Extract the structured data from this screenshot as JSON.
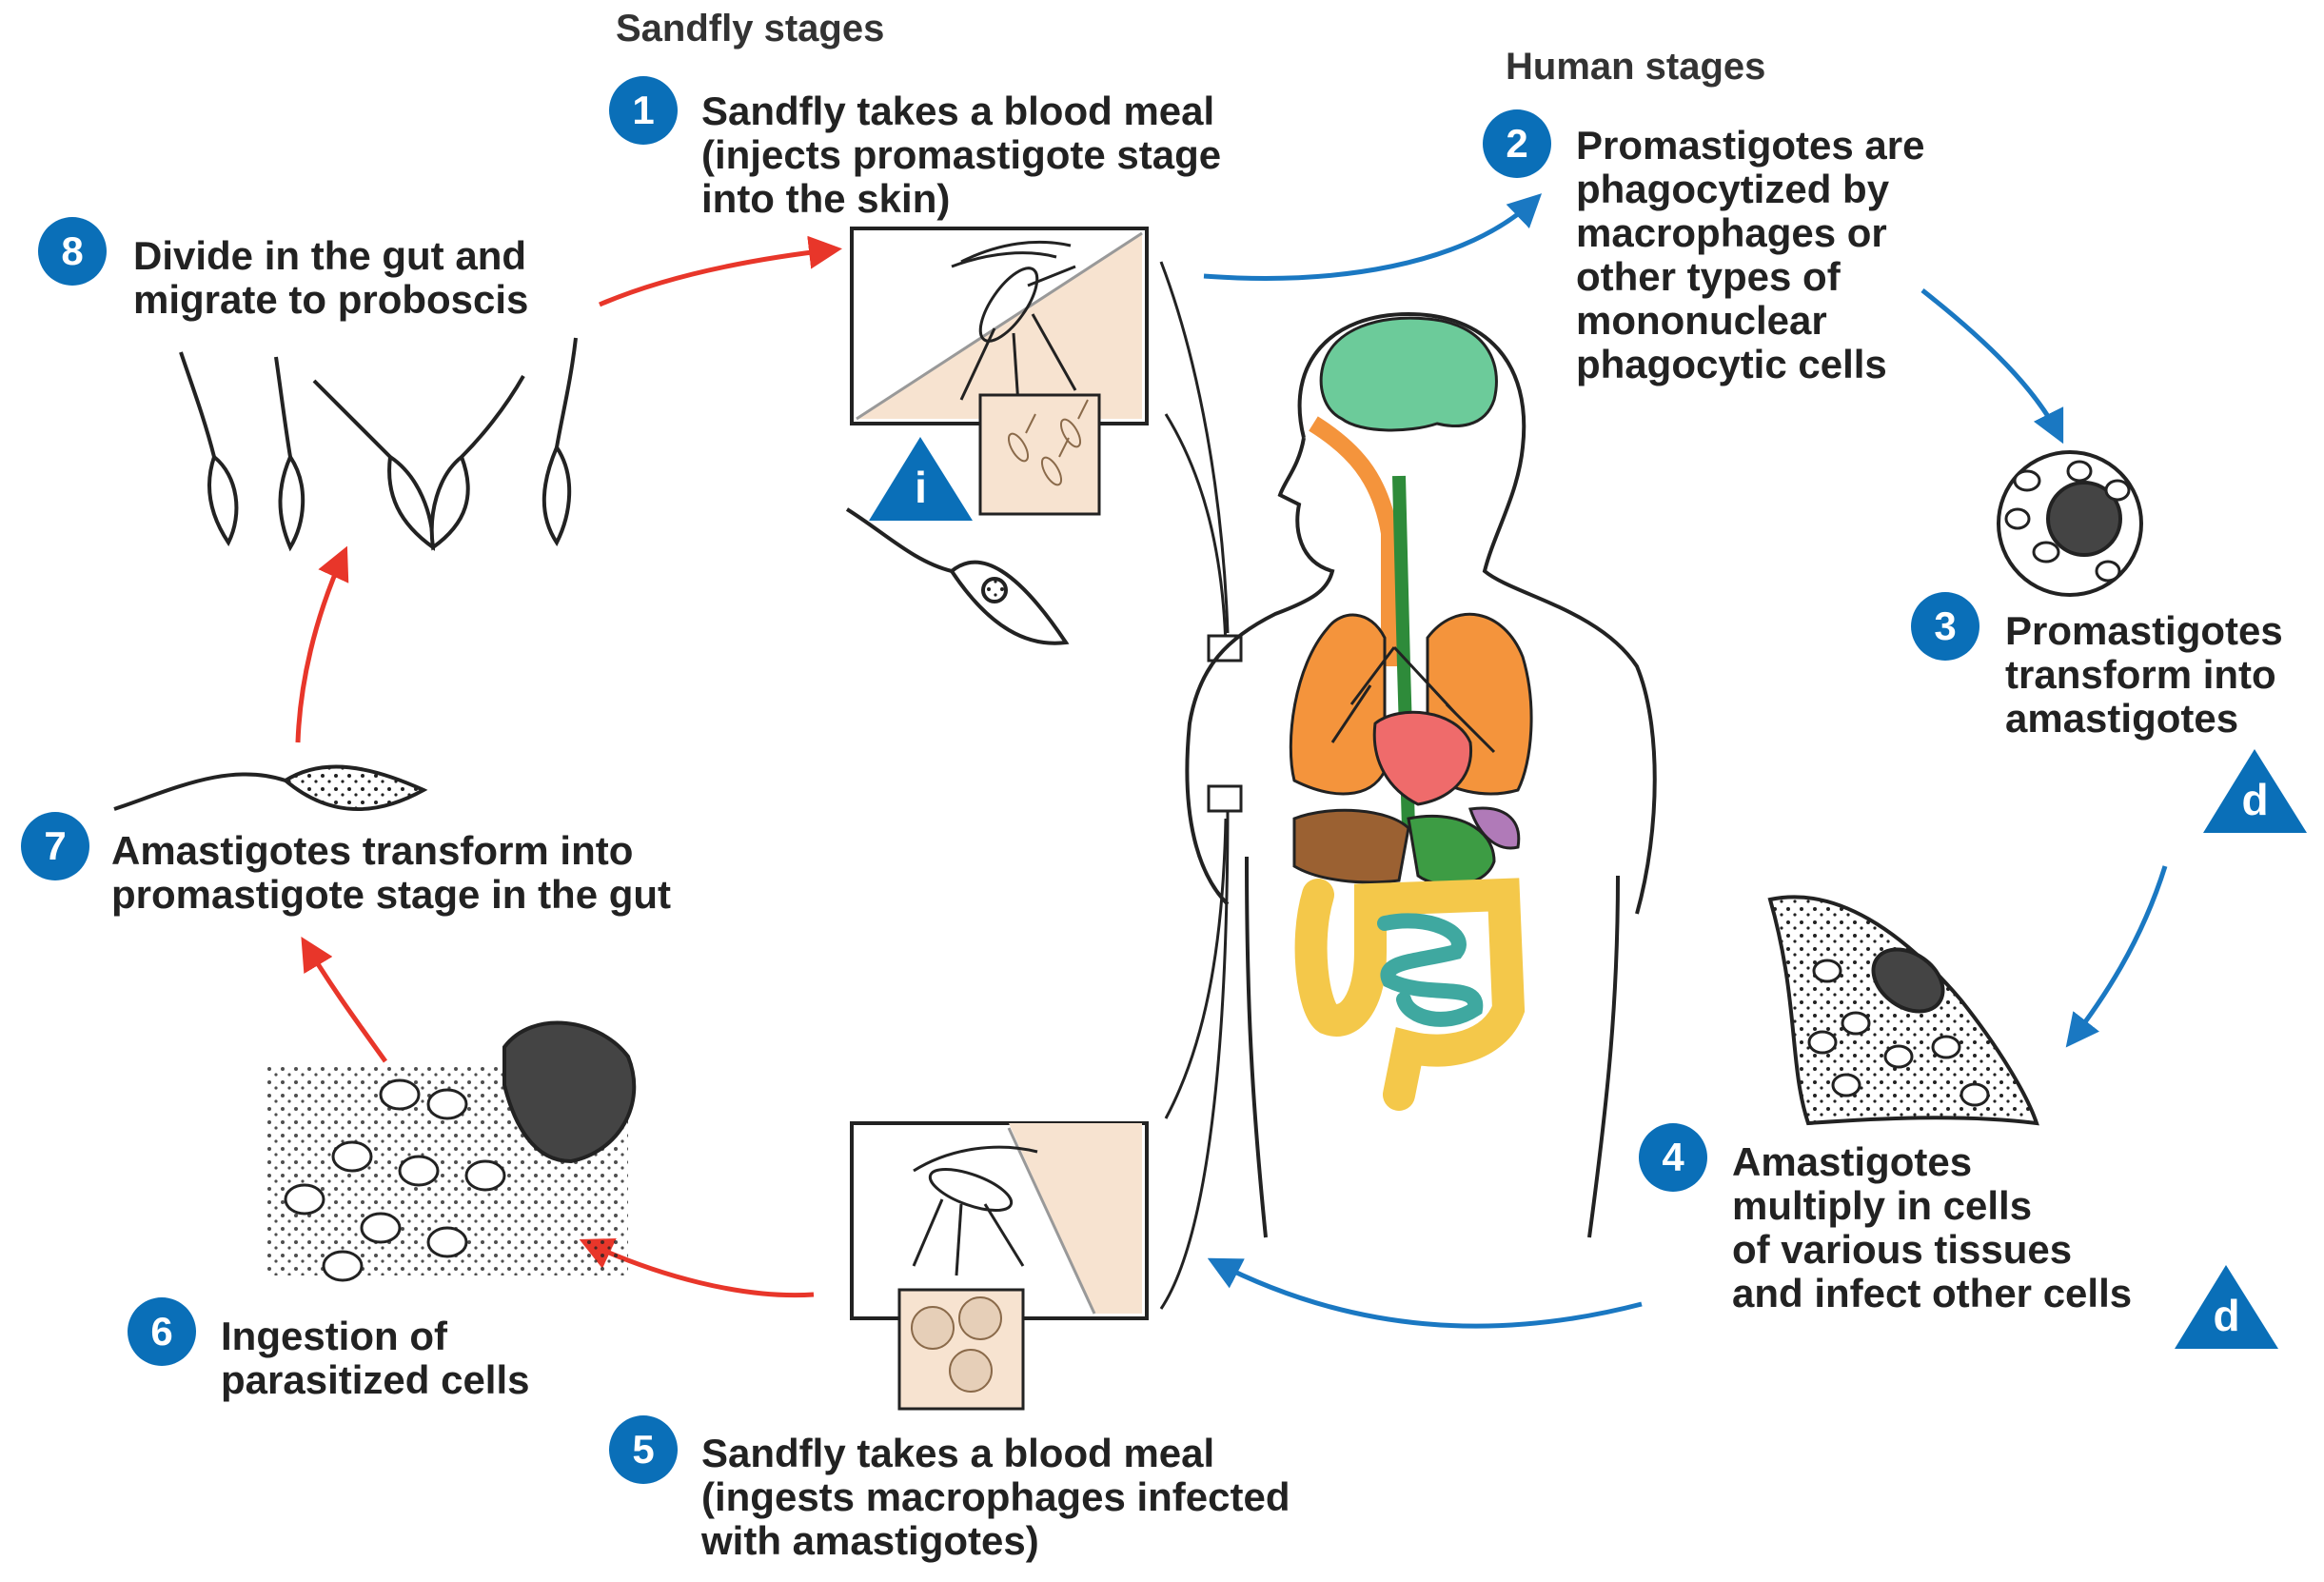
{
  "headings": {
    "sandfly": "Sandfly stages",
    "human": "Human stages"
  },
  "steps": [
    {
      "number": "1",
      "text": "Sandfly takes a blood meal\n(injects promastigote stage\ninto the skin)"
    },
    {
      "number": "2",
      "text": "Promastigotes are\nphagocytized by\nmacrophages or\nother types of\nmononuclear\nphagocytic cells"
    },
    {
      "number": "3",
      "text": "Promastigotes\ntransform into\namastigotes"
    },
    {
      "number": "4",
      "text": "Amastigotes\nmultiply in cells\nof various tissues\nand infect other cells"
    },
    {
      "number": "5",
      "text": "Sandfly takes a blood meal\n(ingests macrophages infected\nwith amastigotes)"
    },
    {
      "number": "6",
      "text": "Ingestion of\nparasitized cells"
    },
    {
      "number": "7",
      "text": "Amastigotes transform into\npromastigote stage in the gut"
    },
    {
      "number": "8",
      "text": "Divide in the gut and\nmigrate to proboscis"
    }
  ],
  "markers": {
    "infective": "i",
    "diagnostic_1": "d",
    "diagnostic_2": "d"
  },
  "colors": {
    "badge_blue": "#0a6fb8",
    "human_arrow": "#1a78c2",
    "sandfly_arrow": "#e8362a",
    "skin_panel": "#f7e3d0",
    "brain": "#6ccb9a",
    "lungs": "#f4943c",
    "heart": "#ef6b6b",
    "intestine": "#f4c84a",
    "small_intestine": "#3fa8a0"
  }
}
